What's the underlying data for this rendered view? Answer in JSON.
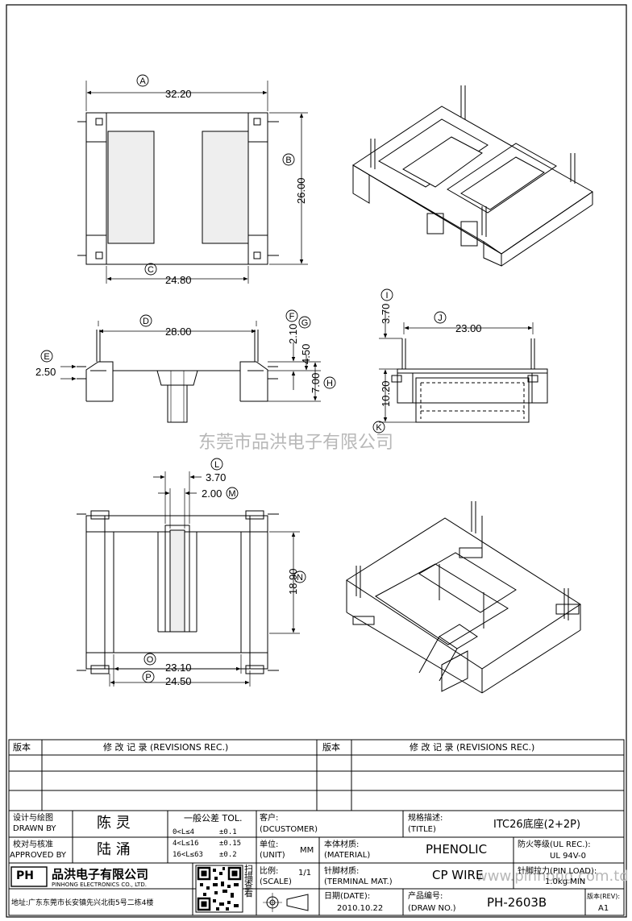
{
  "watermark_top": "东莞市品洪电子有限公司",
  "watermark_bottom": "www.pinhong.com.td",
  "dimensions": {
    "A": {
      "letter": "A",
      "value": "32.20"
    },
    "B": {
      "letter": "B",
      "value": "26.00"
    },
    "C": {
      "letter": "C",
      "value": "24.80"
    },
    "D": {
      "letter": "D",
      "value": "28.00"
    },
    "F": {
      "letter": "F",
      "value": "2.10"
    },
    "G": {
      "letter": "G",
      "value": "4.50"
    },
    "E": {
      "letter": "E",
      "value": "2.50"
    },
    "H": {
      "letter": "H",
      "value": "7.00"
    },
    "I": {
      "letter": "I",
      "value": "3.70"
    },
    "J": {
      "letter": "J",
      "value": "23.00"
    },
    "K": {
      "letter": "K",
      "value": "10.20"
    },
    "L": {
      "letter": "L",
      "value": "3.70"
    },
    "M": {
      "letter": "M",
      "value": "2.00"
    },
    "N": {
      "letter": "N",
      "value": "18.90"
    },
    "O": {
      "letter": "O",
      "value": "23.10"
    },
    "P": {
      "letter": "P",
      "value": "24.50"
    }
  },
  "revisions": {
    "col1": "版本",
    "col2": "修 改 记 录 (REVISIONS REC.)",
    "col3": "版本",
    "col4": "修 改 记 录 (REVISIONS REC.)"
  },
  "title_block": {
    "designer_label_cn": "设计与绘图",
    "designer_label_en": "DRAWN BY",
    "designer_name": "陈 灵",
    "approver_label_cn": "校对与核准",
    "approver_label_en": "APPROVED BY",
    "approver_name": "陆 涌",
    "tol_title": "一般公差 TOL.",
    "tol_rows": [
      {
        "range": "0<L≤4",
        "value": "±0.1"
      },
      {
        "range": "4<L≤16",
        "value": "±0.15"
      },
      {
        "range": "16<L≤63",
        "value": "±0.2"
      }
    ],
    "customer_label_cn": "客户:",
    "customer_label_en": "(DCUSTOMER)",
    "spec_label_cn": "规格描述:",
    "spec_label_en": "(TITLE)",
    "spec_value": "ITC26底座(2+2P)",
    "unit_label_cn": "单位:",
    "unit_label_en": "(UNIT)",
    "unit_value": "MM",
    "material_label_cn": "本体材质:",
    "material_label_en": "(MATERIAL)",
    "material_value": "PHENOLIC",
    "fire_label_cn": "防火等级(UL REC.):",
    "fire_value": "UL 94V-0",
    "scale_label_cn": "比例:",
    "scale_label_en": "(SCALE)",
    "scale_value": "1/1",
    "terminal_label_cn": "针脚材质:",
    "terminal_label_en": "(TERMINAL MAT.)",
    "terminal_value": "CP WIRE",
    "pinload_label_cn": "针脚拉力(PIN LOAD):",
    "pinload_value": "1.0kg MIN",
    "date_label_cn": "日期(DATE):",
    "date_value": "2010.10.22",
    "drawno_label_cn": "产品编号:",
    "drawno_label_en": "(DRAW NO.)",
    "drawno_value": "PH-2603B",
    "rev_label_cn": "版本(REV):",
    "rev_value": "A1",
    "company_logo": "PH",
    "company_name_cn": "品洪电子有限公司",
    "company_name_en": "PINHONG ELECTRONICS CO., LTD.",
    "address": "地址:广东东莞市长安镇先兴北街5号二栋4楼"
  }
}
